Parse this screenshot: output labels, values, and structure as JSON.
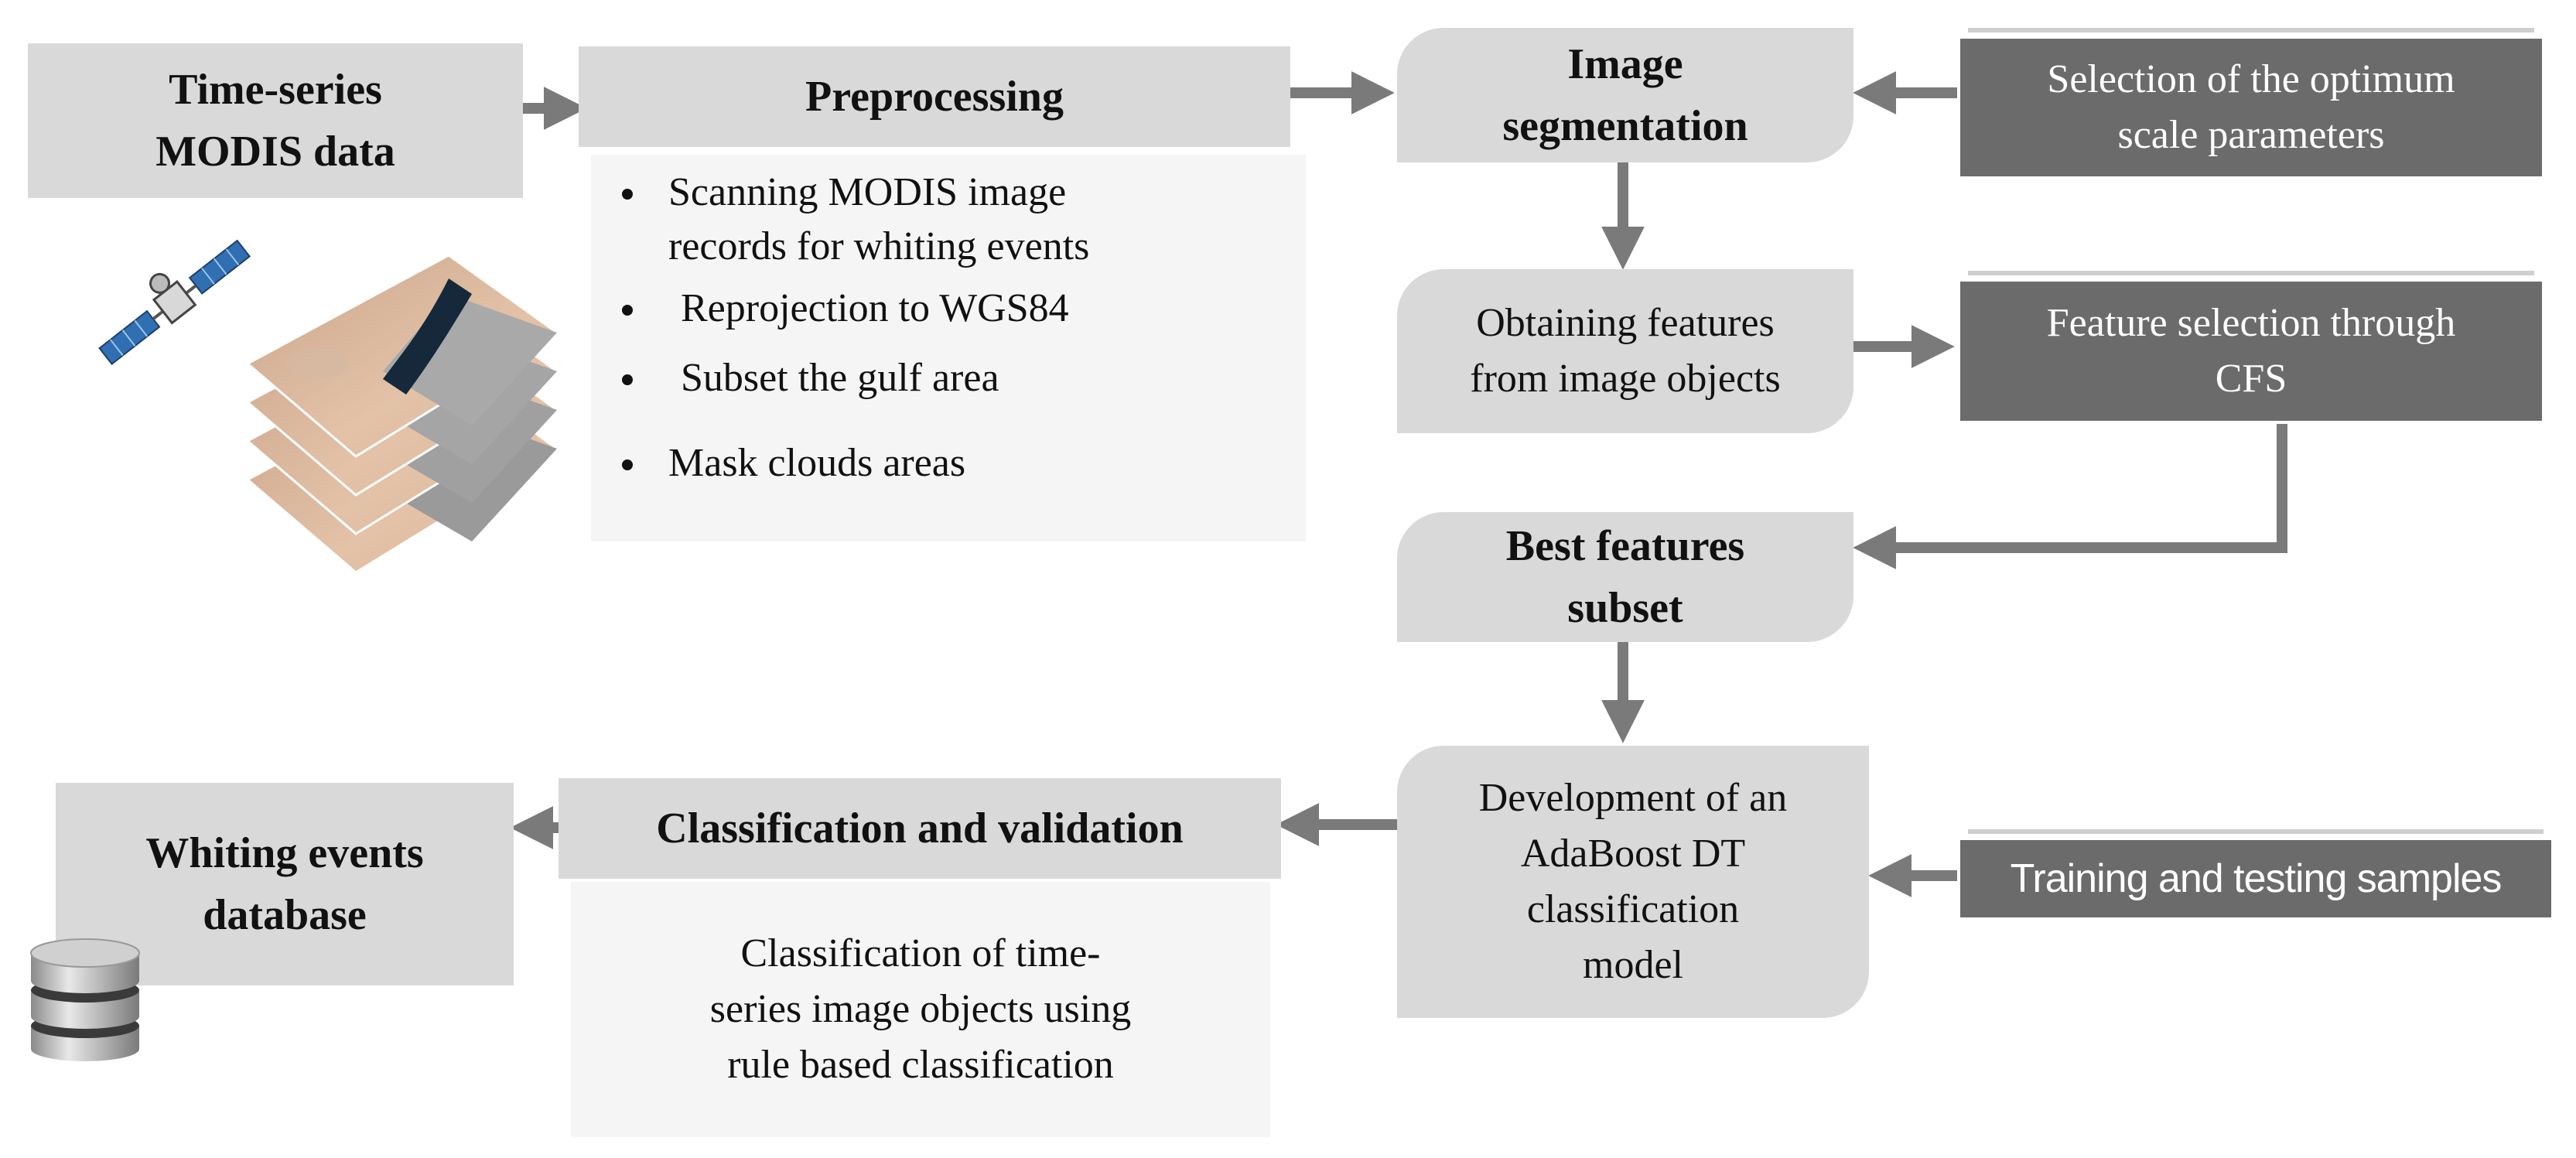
{
  "nodes": {
    "time_series": [
      "Time-series",
      "MODIS data"
    ],
    "preprocessing": "Preprocessing",
    "preprocessing_steps": [
      [
        "Scanning MODIS image",
        "records for whiting events"
      ],
      [
        "Reprojection to WGS84"
      ],
      [
        "Subset the gulf area"
      ],
      [
        "Mask clouds areas"
      ]
    ],
    "image_segmentation": [
      "Image",
      "segmentation"
    ],
    "optimum_scale": [
      "Selection of the optimum",
      "scale parameters"
    ],
    "obtaining_features": [
      "Obtaining features",
      "from image objects"
    ],
    "feature_selection": [
      "Feature selection through",
      "CFS"
    ],
    "best_features": [
      "Best features",
      "subset"
    ],
    "adaboost": [
      "Development of an",
      "AdaBoost DT",
      "classification",
      "model"
    ],
    "training_samples": "Training and testing samples",
    "classification_validation": "Classification and validation",
    "classification_desc": [
      "Classification of time-",
      "series image objects using",
      "rule based classification"
    ],
    "whiting_database": [
      "Whiting events",
      "database"
    ]
  },
  "icons": [
    "satellite-icon",
    "modis-image-stack-icon",
    "database-icon"
  ],
  "colors": {
    "light_box": "#d9d9d9",
    "dark_box": "#6b6b6b",
    "panel": "#f5f5f5",
    "arrow": "#7a7a7a"
  }
}
